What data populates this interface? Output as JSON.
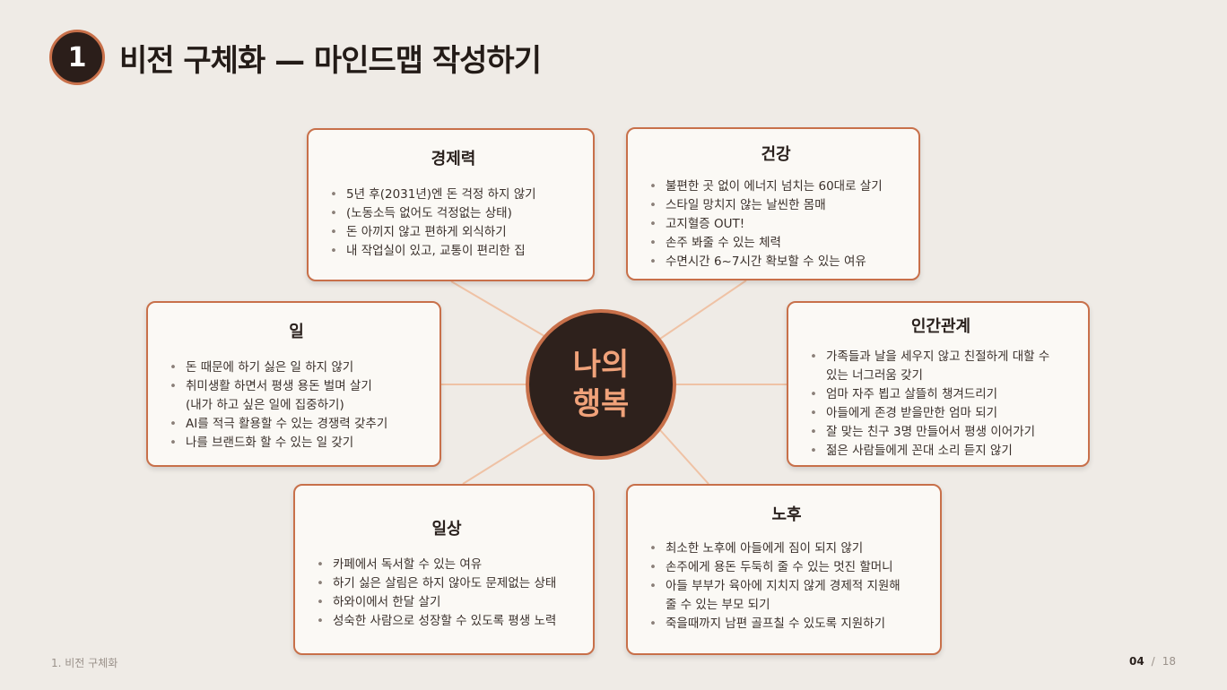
{
  "header": {
    "number": "1",
    "title": "비전 구체화 — 마인드맵 작성하기"
  },
  "center": {
    "line1": "나의",
    "line2": "행복"
  },
  "cards": {
    "economy": {
      "title": "경제력",
      "items": [
        "5년 후(2031년)엔 돈 걱정 하지 않기",
        "(노동소득 없어도 걱정없는 상태)",
        "돈 아끼지 않고 편하게 외식하기",
        "내 작업실이 있고, 교통이 편리한 집"
      ]
    },
    "health": {
      "title": "건강",
      "items": [
        "불편한 곳 없이 에너지 넘치는 60대로 살기",
        "스타일 망치지 않는 날씬한 몸매",
        "고지혈증 OUT!",
        "손주 봐줄 수 있는 체력",
        "수면시간 6~7시간 확보할 수 있는 여유"
      ]
    },
    "work": {
      "title": "일",
      "items": [
        "돈 때문에 하기 싫은 일 하지 않기",
        "취미생활 하면서 평생 용돈 벌며 살기",
        "(내가 하고 싶은 일에 집중하기)",
        "AI를 적극 활용할 수 있는 경쟁력 갖추기",
        "나를 브랜드화 할 수 있는 일 갖기"
      ]
    },
    "relations": {
      "title": "인간관계",
      "items": [
        "가족들과 날을 세우지 않고 친절하게 대할 수",
        "있는 너그러움 갖기",
        "엄마 자주 뵙고 살뜰히 챙겨드리기",
        "아들에게 존경 받을만한 엄마 되기",
        "잘 맞는 친구 3명 만들어서 평생 이어가기",
        "젊은 사람들에게 꼰대 소리 듣지 않기"
      ]
    },
    "daily": {
      "title": "일상",
      "items": [
        "카페에서 독서할 수 있는 여유",
        "하기 싫은 살림은 하지 않아도 문제없는 상태",
        "하와이에서 한달 살기",
        "성숙한 사람으로 성장할 수 있도록 평생 노력"
      ]
    },
    "retire": {
      "title": "노후",
      "items": [
        "최소한 노후에 아들에게 짐이 되지 않기",
        "손주에게 용돈 두둑히 줄 수 있는 멋진 할머니",
        "아들 부부가 육아에 지치지 않게 경제적 지원해",
        "줄 수 있는 부모 되기",
        "죽을때까지 남편 골프칠 수 있도록 지원하기"
      ]
    }
  },
  "footer": {
    "section": "1. 비전 구체화",
    "current_page": "04",
    "separator": "/",
    "total_pages": "18"
  },
  "colors": {
    "accent": "#c8704a",
    "dark": "#2e211c",
    "center_text": "#f0a27a",
    "background": "#efebe6"
  }
}
